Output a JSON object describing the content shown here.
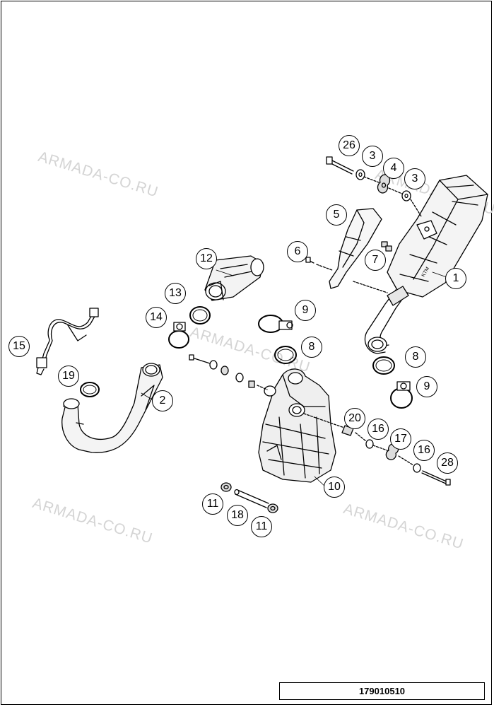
{
  "watermark": "ARMADA-CO.RU",
  "diagram_code": "179010510",
  "callouts": {
    "c1": "1",
    "c2": "2",
    "c3a": "3",
    "c3b": "3",
    "c4": "4",
    "c5": "5",
    "c6": "6",
    "c7": "7",
    "c8a": "8",
    "c8b": "8",
    "c9a": "9",
    "c9b": "9",
    "c10": "10",
    "c11a": "11",
    "c11b": "11",
    "c12": "12",
    "c13": "13",
    "c14": "14",
    "c15": "15",
    "c16a": "16",
    "c16b": "16",
    "c17": "17",
    "c18": "18",
    "c19": "19",
    "c20": "20",
    "c26": "26",
    "c28": "28"
  }
}
